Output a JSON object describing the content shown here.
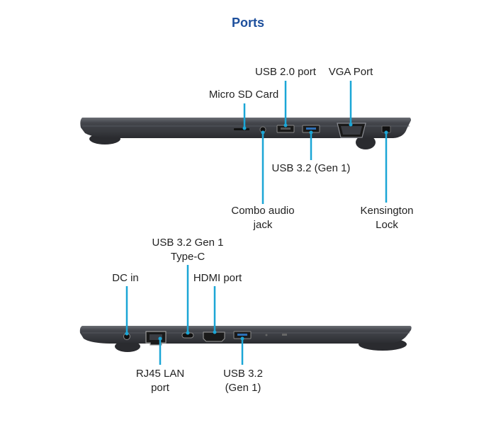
{
  "title": "Ports",
  "top_view": {
    "labels": {
      "micro_sd": "Micro SD Card",
      "usb20": "USB 2.0 port",
      "vga": "VGA Port",
      "usb32": "USB 3.2 (Gen 1)",
      "combo_audio": [
        "Combo audio",
        "jack"
      ],
      "kensington": [
        "Kensington",
        "Lock"
      ]
    }
  },
  "bottom_view": {
    "labels": {
      "usbc": [
        "USB 3.2 Gen 1",
        "Type-C"
      ],
      "dc_in": "DC in",
      "hdmi": "HDMI port",
      "rj45": [
        "RJ45 LAN",
        "port"
      ],
      "usb32": [
        "USB 3.2",
        "(Gen 1)"
      ]
    }
  },
  "colors": {
    "title": "#1d4f9c",
    "callout": "#1ba6d6",
    "laptop_body": "#3a3c42"
  }
}
